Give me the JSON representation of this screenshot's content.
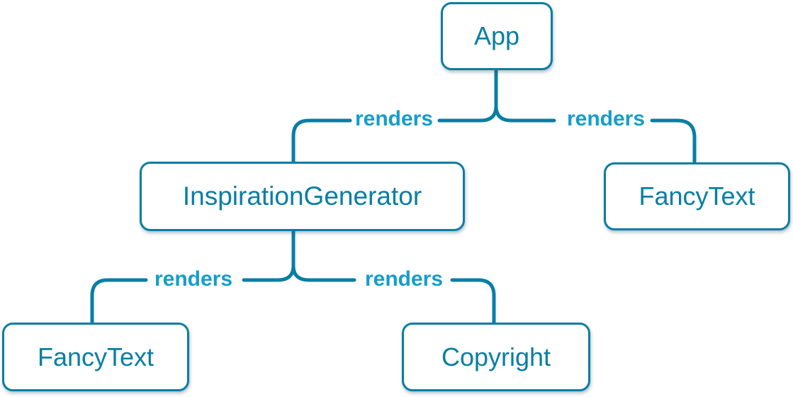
{
  "diagram": {
    "type": "component-render-tree",
    "nodes": {
      "app": {
        "label": "App"
      },
      "inspiration_generator": {
        "label": "InspirationGenerator"
      },
      "fancy_text_top_right": {
        "label": "FancyText"
      },
      "fancy_text_bottom_left": {
        "label": "FancyText"
      },
      "copyright": {
        "label": "Copyright"
      }
    },
    "edges": [
      {
        "from": "App",
        "to": "InspirationGenerator",
        "label": "renders"
      },
      {
        "from": "App",
        "to": "FancyText",
        "label": "renders"
      },
      {
        "from": "InspirationGenerator",
        "to": "FancyText",
        "label": "renders"
      },
      {
        "from": "InspirationGenerator",
        "to": "Copyright",
        "label": "renders"
      }
    ],
    "colors": {
      "line": "#087ea4",
      "edge_label": "#149eca",
      "node_border": "#0c7da4",
      "node_text": "#087ea4",
      "node_background": "#ffffff"
    }
  }
}
